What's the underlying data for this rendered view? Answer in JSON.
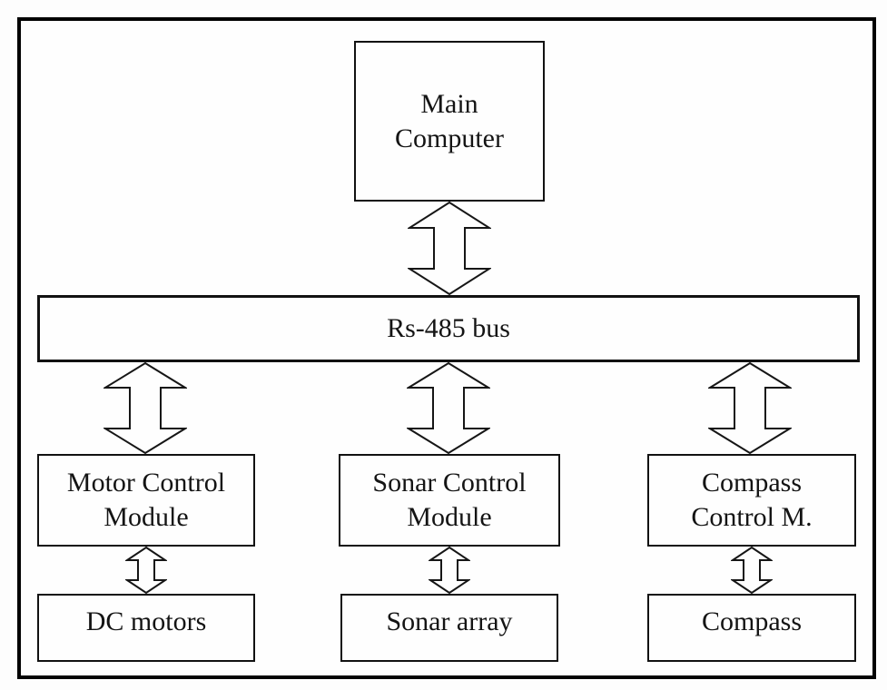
{
  "diagram": {
    "type": "block-diagram",
    "description": "Robot hardware architecture over an Rs-485 bus"
  },
  "nodes": {
    "main_computer": {
      "label": [
        "Main",
        "Computer"
      ]
    },
    "bus": {
      "label": [
        "Rs-485 bus"
      ]
    },
    "motor_control_module": {
      "label": [
        "Motor Control",
        "Module"
      ]
    },
    "sonar_control_module": {
      "label": [
        "Sonar Control",
        "Module"
      ]
    },
    "compass_control_module": {
      "label": [
        "Compass",
        "Control M."
      ]
    },
    "dc_motors": {
      "label": [
        "DC motors"
      ]
    },
    "sonar_array": {
      "label": [
        "Sonar array"
      ]
    },
    "compass": {
      "label": [
        "Compass"
      ]
    }
  },
  "connections": [
    {
      "from": "Main Computer",
      "to": "Rs-485 bus",
      "type": "bidirectional"
    },
    {
      "from": "Rs-485 bus",
      "to": "Motor Control Module",
      "type": "bidirectional"
    },
    {
      "from": "Rs-485 bus",
      "to": "Sonar Control Module",
      "type": "bidirectional"
    },
    {
      "from": "Rs-485 bus",
      "to": "Compass Control M.",
      "type": "bidirectional"
    },
    {
      "from": "Motor Control Module",
      "to": "DC motors",
      "type": "bidirectional"
    },
    {
      "from": "Sonar Control Module",
      "to": "Sonar array",
      "type": "bidirectional"
    },
    {
      "from": "Compass Control M.",
      "to": "Compass",
      "type": "bidirectional"
    }
  ],
  "colors": {
    "outline": "#000000",
    "node_fill": "#ffffff",
    "background": "#ffffff",
    "text": "#141414"
  }
}
